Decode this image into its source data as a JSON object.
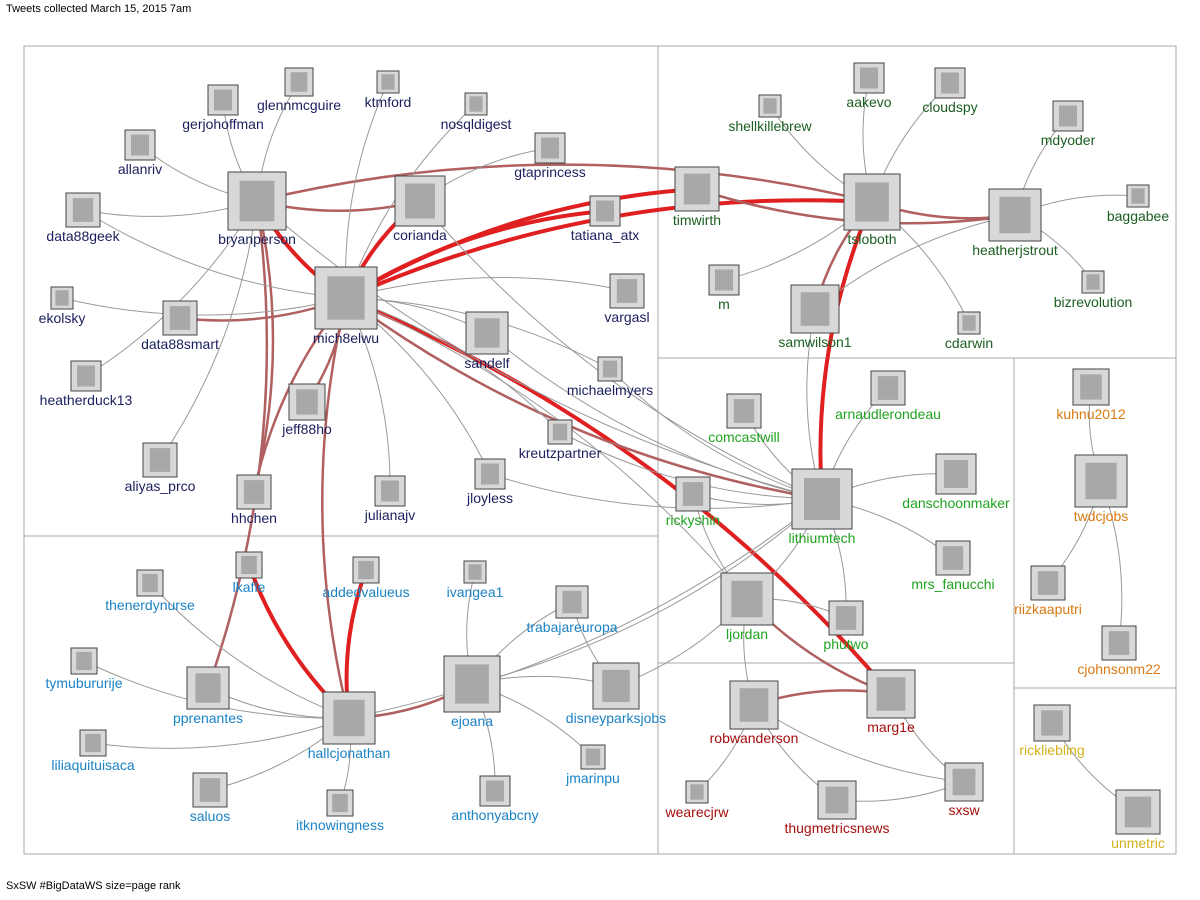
{
  "header": "Tweets collected March 15, 2015 7am",
  "footer": "SxSW #BigDataWS size=page rank",
  "colors": {
    "navy": "#1a1f5c",
    "darkgreen": "#1b5e20",
    "green": "#1fa31f",
    "lightblue": "#1b82c4",
    "orange": "#d97a12",
    "darkred": "#a40d0d",
    "gold": "#d4b21a",
    "edge": "#999999",
    "red_edge": "#e02020",
    "brown_edge": "#b06060"
  },
  "nodes": [
    {
      "id": "glennmcguire",
      "label": "glennmcguire",
      "group": "navy"
    },
    {
      "id": "ktmford",
      "label": "ktmford",
      "group": "navy"
    },
    {
      "id": "gerjohoffman",
      "label": "gerjohoffman",
      "group": "navy"
    },
    {
      "id": "nosqldigest",
      "label": "nosqldigest",
      "group": "navy"
    },
    {
      "id": "allanriv",
      "label": "allanriv",
      "group": "navy"
    },
    {
      "id": "gtaprincess",
      "label": "gtaprincess",
      "group": "navy"
    },
    {
      "id": "data88geek",
      "label": "data88geek",
      "group": "navy"
    },
    {
      "id": "bryanperson",
      "label": "bryanperson",
      "group": "navy"
    },
    {
      "id": "corianda",
      "label": "corianda",
      "group": "navy"
    },
    {
      "id": "tatiana_atx",
      "label": "tatiana_atx",
      "group": "navy"
    },
    {
      "id": "mich8elwu",
      "label": "mich8elwu",
      "group": "navy"
    },
    {
      "id": "ekolsky",
      "label": "ekolsky",
      "group": "navy"
    },
    {
      "id": "data88smart",
      "label": "data88smart",
      "group": "navy"
    },
    {
      "id": "vargasl",
      "label": "vargasl",
      "group": "navy"
    },
    {
      "id": "sandelf",
      "label": "sandelf",
      "group": "navy"
    },
    {
      "id": "heatherduck13",
      "label": "heatherduck13",
      "group": "navy"
    },
    {
      "id": "michaelmyers",
      "label": "michaelmyers",
      "group": "navy"
    },
    {
      "id": "jeff88ho",
      "label": "jeff88ho",
      "group": "navy"
    },
    {
      "id": "kreutzpartner",
      "label": "kreutzpartner",
      "group": "navy"
    },
    {
      "id": "aliyas_prco",
      "label": "aliyas_prco",
      "group": "navy"
    },
    {
      "id": "hhchen",
      "label": "hhchen",
      "group": "navy"
    },
    {
      "id": "julianajv",
      "label": "julianajv",
      "group": "navy"
    },
    {
      "id": "jloyless",
      "label": "jloyless",
      "group": "navy"
    },
    {
      "id": "aakevo",
      "label": "aakevo",
      "group": "darkgreen"
    },
    {
      "id": "cloudspy",
      "label": "cloudspy",
      "group": "darkgreen"
    },
    {
      "id": "shellkillebrew",
      "label": "shellkillebrew",
      "group": "darkgreen"
    },
    {
      "id": "mdyoder",
      "label": "mdyoder",
      "group": "darkgreen"
    },
    {
      "id": "timwirth",
      "label": "timwirth",
      "group": "darkgreen"
    },
    {
      "id": "tsloboth",
      "label": "tsloboth",
      "group": "darkgreen"
    },
    {
      "id": "heatherjstrout",
      "label": "heatherjstrout",
      "group": "darkgreen"
    },
    {
      "id": "baggabee",
      "label": "baggabee",
      "group": "darkgreen"
    },
    {
      "id": "m",
      "label": "m",
      "group": "darkgreen"
    },
    {
      "id": "bizrevolution",
      "label": "bizrevolution",
      "group": "darkgreen"
    },
    {
      "id": "samwilson1",
      "label": "samwilson1",
      "group": "darkgreen"
    },
    {
      "id": "cdarwin",
      "label": "cdarwin",
      "group": "darkgreen"
    },
    {
      "id": "arnaudlerondeau",
      "label": "arnaudlerondeau",
      "group": "green"
    },
    {
      "id": "comcastwill",
      "label": "comcastwill",
      "group": "green"
    },
    {
      "id": "lithiumtech",
      "label": "lithiumtech",
      "group": "green"
    },
    {
      "id": "danschoonmaker",
      "label": "danschoonmaker",
      "group": "green"
    },
    {
      "id": "rickyshin",
      "label": "rickyshin",
      "group": "green"
    },
    {
      "id": "mrs_fanucchi",
      "label": "mrs_fanucchi",
      "group": "green"
    },
    {
      "id": "ljordan",
      "label": "ljordan",
      "group": "green"
    },
    {
      "id": "phutwo",
      "label": "phutwo",
      "group": "green"
    },
    {
      "id": "kuhnu2012",
      "label": "kuhnu2012",
      "group": "orange"
    },
    {
      "id": "twdcjobs",
      "label": "twdcjobs",
      "group": "orange"
    },
    {
      "id": "riizkaaputri",
      "label": "riizkaaputri",
      "group": "orange"
    },
    {
      "id": "cjohnsonm22",
      "label": "cjohnsonm22",
      "group": "orange"
    },
    {
      "id": "thenerdynurse",
      "label": "thenerdynurse",
      "group": "lightblue"
    },
    {
      "id": "lkafle",
      "label": "lkafle",
      "group": "lightblue"
    },
    {
      "id": "addedvalueus",
      "label": "addedvalueus",
      "group": "lightblue"
    },
    {
      "id": "ivangea1",
      "label": "ivangea1",
      "group": "lightblue"
    },
    {
      "id": "trabajareuropa",
      "label": "trabajareuropa",
      "group": "lightblue"
    },
    {
      "id": "tymubururije",
      "label": "tymubururije",
      "group": "lightblue"
    },
    {
      "id": "pprenantes",
      "label": "pprenantes",
      "group": "lightblue"
    },
    {
      "id": "ejoana",
      "label": "ejoana",
      "group": "lightblue"
    },
    {
      "id": "disneyparksjobs",
      "label": "disneyparksjobs",
      "group": "lightblue"
    },
    {
      "id": "hallcjonathan",
      "label": "hallcjonathan",
      "group": "lightblue"
    },
    {
      "id": "liliaquituisaca",
      "label": "liliaquituisaca",
      "group": "lightblue"
    },
    {
      "id": "jmarinpu",
      "label": "jmarinpu",
      "group": "lightblue"
    },
    {
      "id": "saluos",
      "label": "saluos",
      "group": "lightblue"
    },
    {
      "id": "itknowingness",
      "label": "itknowingness",
      "group": "lightblue"
    },
    {
      "id": "anthonyabcny",
      "label": "anthonyabcny",
      "group": "lightblue"
    },
    {
      "id": "robwanderson",
      "label": "robwanderson",
      "group": "darkred"
    },
    {
      "id": "marg1e",
      "label": "marg1e",
      "group": "darkred"
    },
    {
      "id": "wearecjrw",
      "label": "wearecjrw",
      "group": "darkred"
    },
    {
      "id": "thugmetricsnews",
      "label": "thugmetricsnews",
      "group": "darkred"
    },
    {
      "id": "sxsw",
      "label": "sxsw",
      "group": "darkred"
    },
    {
      "id": "rickliebling",
      "label": "rickliebling",
      "group": "gold"
    },
    {
      "id": "unmetric",
      "label": "unmetric",
      "group": "gold"
    }
  ],
  "edges": [
    [
      "bryanperson",
      "mich8elwu",
      "red"
    ],
    [
      "corianda",
      "mich8elwu",
      "red"
    ],
    [
      "tsloboth",
      "mich8elwu",
      "red"
    ],
    [
      "timwirth",
      "mich8elwu",
      "red"
    ],
    [
      "tatiana_atx",
      "mich8elwu",
      "red"
    ],
    [
      "tsloboth",
      "lithiumtech",
      "red"
    ],
    [
      "addedvalueus",
      "hallcjonathan",
      "red"
    ],
    [
      "lkafle",
      "hallcjonathan",
      "red"
    ],
    [
      "marg1e",
      "mich8elwu",
      "red"
    ],
    [
      "tsloboth",
      "bryanperson",
      "brown"
    ],
    [
      "tsloboth",
      "heatherjstrout",
      "brown"
    ],
    [
      "timwirth",
      "heatherjstrout",
      "brown"
    ],
    [
      "tsloboth",
      "samwilson1",
      "brown"
    ],
    [
      "bryanperson",
      "corianda",
      "brown"
    ],
    [
      "mich8elwu",
      "hallcjonathan",
      "brown"
    ],
    [
      "mich8elwu",
      "hhchen",
      "brown"
    ],
    [
      "hhchen",
      "bryanperson",
      "brown"
    ],
    [
      "pprenantes",
      "bryanperson",
      "brown"
    ],
    [
      "hallcjonathan",
      "ejoana",
      "brown"
    ],
    [
      "mich8elwu",
      "lithiumtech",
      "brown"
    ],
    [
      "marg1e",
      "robwanderson",
      "brown"
    ],
    [
      "ljordan",
      "marg1e",
      "brown"
    ],
    [
      "data88smart",
      "mich8elwu",
      "brown"
    ],
    [
      "jeff88ho",
      "mich8elwu",
      "brown"
    ],
    [
      "glennmcguire",
      "bryanperson",
      "gray"
    ],
    [
      "ktmford",
      "mich8elwu",
      "gray"
    ],
    [
      "gerjohoffman",
      "bryanperson",
      "gray"
    ],
    [
      "allanriv",
      "bryanperson",
      "gray"
    ],
    [
      "data88geek",
      "bryanperson",
      "gray"
    ],
    [
      "data88geek",
      "mich8elwu",
      "gray"
    ],
    [
      "ekolsky",
      "mich8elwu",
      "gray"
    ],
    [
      "heatherduck13",
      "bryanperson",
      "gray"
    ],
    [
      "aliyas_prco",
      "bryanperson",
      "gray"
    ],
    [
      "nosqldigest",
      "mich8elwu",
      "gray"
    ],
    [
      "gtaprincess",
      "corianda",
      "gray"
    ],
    [
      "vargasl",
      "mich8elwu",
      "gray"
    ],
    [
      "sandelf",
      "mich8elwu",
      "gray"
    ],
    [
      "michaelmyers",
      "mich8elwu",
      "gray"
    ],
    [
      "kreutzpartner",
      "mich8elwu",
      "gray"
    ],
    [
      "julianajv",
      "mich8elwu",
      "gray"
    ],
    [
      "jloyless",
      "mich8elwu",
      "gray"
    ],
    [
      "jloyless",
      "lithiumtech",
      "gray"
    ],
    [
      "aakevo",
      "tsloboth",
      "gray"
    ],
    [
      "cloudspy",
      "tsloboth",
      "gray"
    ],
    [
      "shellkillebrew",
      "tsloboth",
      "gray"
    ],
    [
      "mdyoder",
      "heatherjstrout",
      "gray"
    ],
    [
      "baggabee",
      "heatherjstrout",
      "gray"
    ],
    [
      "bizrevolution",
      "heatherjstrout",
      "gray"
    ],
    [
      "cdarwin",
      "tsloboth",
      "gray"
    ],
    [
      "m",
      "tsloboth",
      "gray"
    ],
    [
      "samwilson1",
      "lithiumtech",
      "gray"
    ],
    [
      "arnaudlerondeau",
      "lithiumtech",
      "gray"
    ],
    [
      "comcastwill",
      "lithiumtech",
      "gray"
    ],
    [
      "danschoonmaker",
      "lithiumtech",
      "gray"
    ],
    [
      "rickyshin",
      "lithiumtech",
      "gray"
    ],
    [
      "mrs_fanucchi",
      "lithiumtech",
      "gray"
    ],
    [
      "ljordan",
      "lithiumtech",
      "gray"
    ],
    [
      "phutwo",
      "lithiumtech",
      "gray"
    ],
    [
      "ljordan",
      "robwanderson",
      "gray"
    ],
    [
      "robwanderson",
      "sxsw",
      "gray"
    ],
    [
      "robwanderson",
      "thugmetricsnews",
      "gray"
    ],
    [
      "wearecjrw",
      "robwanderson",
      "gray"
    ],
    [
      "thugmetricsnews",
      "sxsw",
      "gray"
    ],
    [
      "marg1e",
      "sxsw",
      "gray"
    ],
    [
      "kuhnu2012",
      "twdcjobs",
      "gray"
    ],
    [
      "riizkaaputri",
      "twdcjobs",
      "gray"
    ],
    [
      "cjohnsonm22",
      "twdcjobs",
      "gray"
    ],
    [
      "rickliebling",
      "unmetric",
      "gray"
    ],
    [
      "thenerdynurse",
      "hallcjonathan",
      "gray"
    ],
    [
      "tymubururije",
      "hallcjonathan",
      "gray"
    ],
    [
      "liliaquituisaca",
      "hallcjonathan",
      "gray"
    ],
    [
      "saluos",
      "hallcjonathan",
      "gray"
    ],
    [
      "itknowingness",
      "hallcjonathan",
      "gray"
    ],
    [
      "pprenantes",
      "hallcjonathan",
      "gray"
    ],
    [
      "ivangea1",
      "ejoana",
      "gray"
    ],
    [
      "trabajareuropa",
      "ejoana",
      "gray"
    ],
    [
      "disneyparksjobs",
      "ejoana",
      "gray"
    ],
    [
      "jmarinpu",
      "ejoana",
      "gray"
    ],
    [
      "anthonyabcny",
      "ejoana",
      "gray"
    ],
    [
      "trabajareuropa",
      "disneyparksjobs",
      "gray"
    ],
    [
      "ljordan",
      "mich8elwu",
      "gray"
    ],
    [
      "sandelf",
      "lithiumtech",
      "gray"
    ],
    [
      "michaelmyers",
      "lithiumtech",
      "gray"
    ],
    [
      "kreutzpartner",
      "lithiumtech",
      "gray"
    ],
    [
      "bryanperson",
      "lithiumtech",
      "gray"
    ],
    [
      "corianda",
      "lithiumtech",
      "gray"
    ],
    [
      "heatherjstrout",
      "samwilson1",
      "gray"
    ],
    [
      "ejoana",
      "lithiumtech",
      "gray"
    ],
    [
      "hallcjonathan",
      "lithiumtech",
      "gray"
    ],
    [
      "disneyparksjobs",
      "ljordan",
      "gray"
    ],
    [
      "rickyshin",
      "ljordan",
      "gray"
    ],
    [
      "phutwo",
      "ljordan",
      "gray"
    ]
  ]
}
